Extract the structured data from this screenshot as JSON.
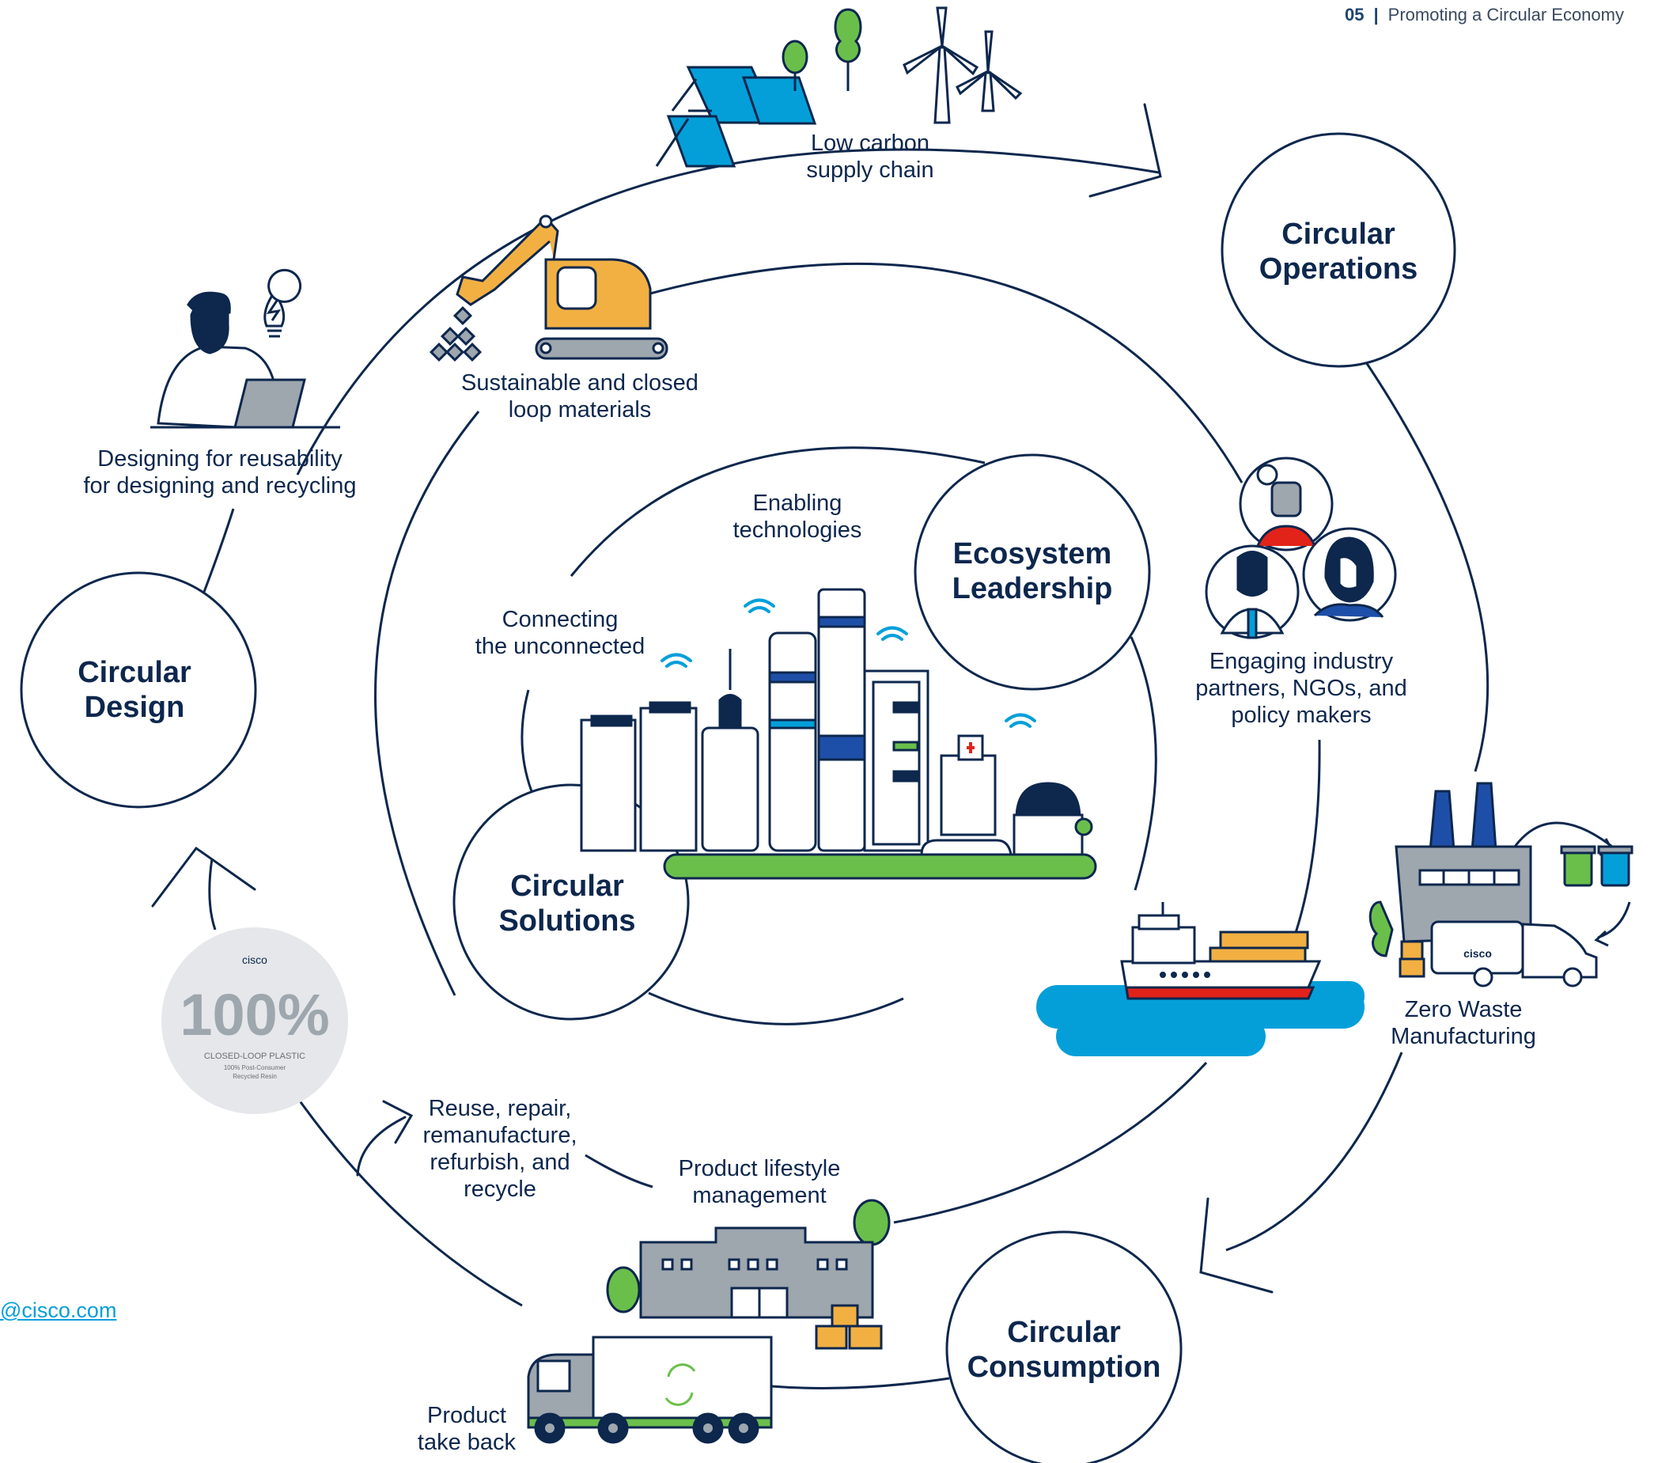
{
  "header": {
    "page_number": "05",
    "separator": "|",
    "section_title": "Promoting a Circular Economy"
  },
  "email_fragment": "@cisco.com",
  "colors": {
    "navy": "#0d274d",
    "sky": "#049fd9",
    "green": "#6abf4b",
    "orange": "#f2b043",
    "red": "#e2231a",
    "grey": "#9ea6ae",
    "light_grey": "#e5e7ea"
  },
  "stages": {
    "design": [
      "Circular",
      "Design"
    ],
    "operations": [
      "Circular",
      "Operations"
    ],
    "consumption": [
      "Circular",
      "Consumption"
    ],
    "solutions": [
      "Circular",
      "Solutions"
    ],
    "ecosystem": [
      "Ecosystem",
      "Leadership"
    ]
  },
  "labels": {
    "low_carbon": [
      "Low carbon",
      "supply chain"
    ],
    "materials": [
      "Sustainable and closed",
      "loop materials"
    ],
    "designing": [
      "Designing for reusability",
      "for designing and recycling"
    ],
    "enabling": [
      "Enabling",
      "technologies"
    ],
    "connecting": [
      "Connecting",
      "the unconnected"
    ],
    "engaging": [
      "Engaging industry",
      "partners, NGOs, and",
      "policy makers"
    ],
    "zero_waste": [
      "Zero Waste",
      "Manufacturing"
    ],
    "reuse": [
      "Reuse, repair,",
      "remanufacture,",
      "refurbish, and",
      "recycle"
    ],
    "lifestyle": [
      "Product lifestyle",
      "management"
    ],
    "take_back": [
      "Product",
      "take back"
    ]
  },
  "badge": {
    "brand": "cisco",
    "percent": "100%",
    "caption": "CLOSED-LOOP PLASTIC",
    "subcaption": [
      "100% Post-Consumer",
      "Recycled Resin"
    ]
  },
  "logo_text": "cisco"
}
